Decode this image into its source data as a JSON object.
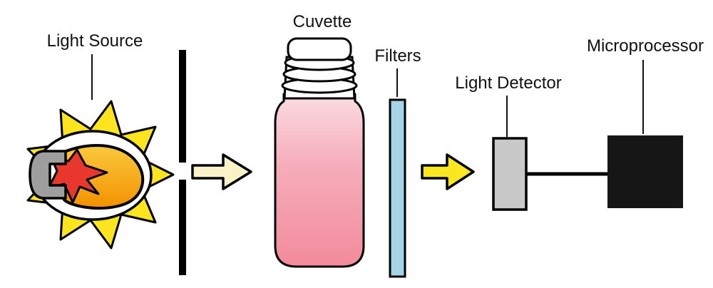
{
  "diagram": {
    "labels": {
      "light_source": "Light Source",
      "cuvette": "Cuvette",
      "filters": "Filters",
      "light_detector": "Light Detector",
      "microprocessor": "Microprocessor"
    },
    "colors": {
      "starburst_yellow": "#FCE51F",
      "bulb_top": "#FBC93D",
      "bulb_bottom": "#F29100",
      "flame_red": "#E8372C",
      "base_gray": "#9E9E9E",
      "beam_arrow_in": "#FBF3C8",
      "beam_arrow_out": "#F9E821",
      "liquid_top": "#FBDCE2",
      "liquid_mid": "#F6AEBC",
      "liquid_bottom": "#F28B9B",
      "filter_blue": "#A6D3E8",
      "detector_gray": "#C8C8C8",
      "microprocessor_black": "#161616",
      "outline": "#000000"
    }
  }
}
